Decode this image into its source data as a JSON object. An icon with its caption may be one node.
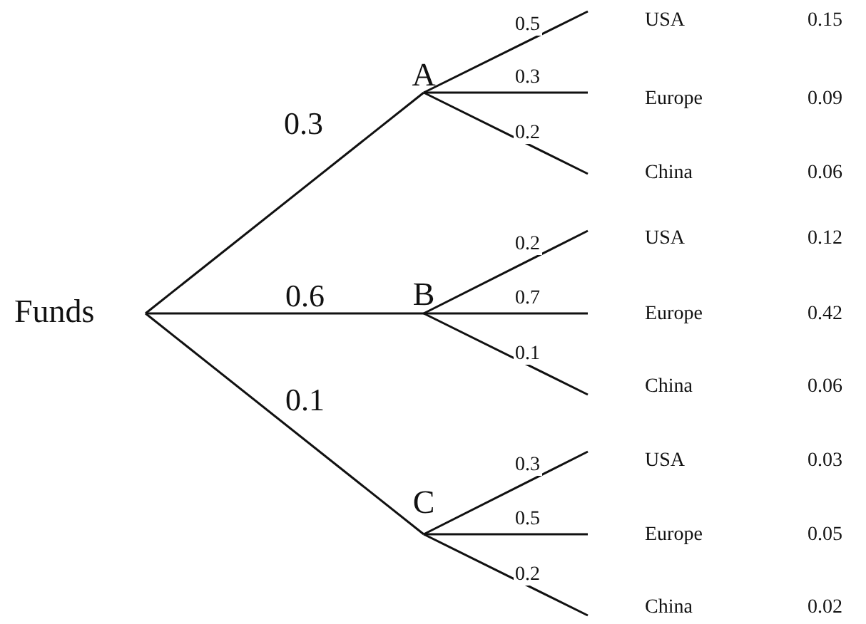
{
  "diagram": {
    "nodes": [
      {
        "text": [
          "Funds"
        ]
      },
      {
        "text": [
          "A"
        ]
      },
      {
        "text": [
          "B"
        ]
      },
      {
        "text": [
          "C"
        ]
      }
    ],
    "edges": [
      {
        "from": 0,
        "to": 1,
        "arrow": "none",
        "label": "0.3"
      },
      {
        "from": 0,
        "to": 2,
        "arrow": "none",
        "label": "0.6"
      },
      {
        "from": 0,
        "to": 3,
        "arrow": "none",
        "label": "0.1"
      },
      {
        "from": 1,
        "to": null,
        "arrow": "none",
        "label": "0.5"
      },
      {
        "from": 1,
        "to": null,
        "arrow": "none",
        "label": "0.3"
      },
      {
        "from": 1,
        "to": null,
        "arrow": "none",
        "label": "0.2"
      },
      {
        "from": 2,
        "to": null,
        "arrow": "none",
        "label": "0.2"
      },
      {
        "from": 2,
        "to": null,
        "arrow": "none",
        "label": "0.7"
      },
      {
        "from": 2,
        "to": null,
        "arrow": "none",
        "label": "0.1"
      },
      {
        "from": 3,
        "to": null,
        "arrow": "none",
        "label": "0.3"
      },
      {
        "from": 3,
        "to": null,
        "arrow": "none",
        "label": "0.5"
      },
      {
        "from": 3,
        "to": null,
        "arrow": "none",
        "label": "0.2"
      }
    ],
    "labels": [
      "USA",
      "0.15",
      "Europe",
      "0.09",
      "China",
      "0.06",
      "USA",
      "0.12",
      "Europe",
      "0.42",
      "China",
      "0.06",
      "USA",
      "0.03",
      "Europe",
      "0.05",
      "China",
      "0.02"
    ]
  }
}
